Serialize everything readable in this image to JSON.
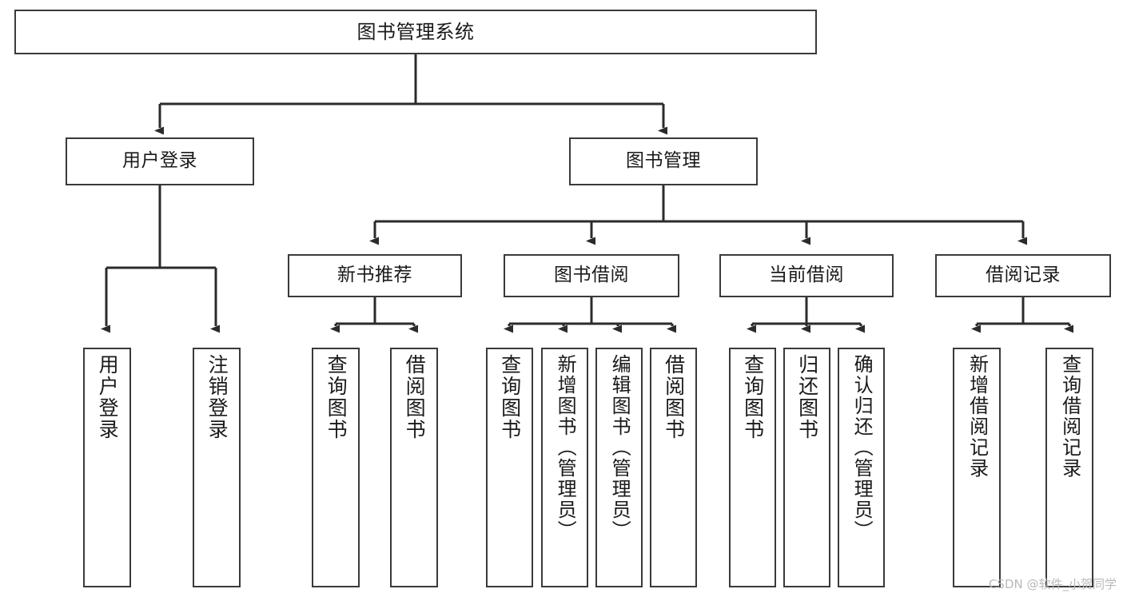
{
  "diagram": {
    "title": "图书管理系统",
    "type": "功能结构图",
    "colors": {
      "background": "#ffffff",
      "box_border": "#3a3a3a",
      "connector": "#2b2b2b",
      "text": "#1a1a1a",
      "watermark": "#b9b9b9"
    }
  },
  "root": {
    "label": "图书管理系统"
  },
  "level1": [
    {
      "label": "用户登录"
    },
    {
      "label": "图书管理"
    }
  ],
  "level2": [
    {
      "label": "新书推荐"
    },
    {
      "label": "图书借阅"
    },
    {
      "label": "当前借阅"
    },
    {
      "label": "借阅记录"
    }
  ],
  "leaves": {
    "user_login": [
      {
        "label": "用户登录"
      },
      {
        "label": "注销登录"
      }
    ],
    "new_book": [
      {
        "label": "查询图书"
      },
      {
        "label": "借阅图书"
      }
    ],
    "book_borrow": [
      {
        "label": "查询图书"
      },
      {
        "label": "新增图书（管理员）"
      },
      {
        "label": "编辑图书（管理员）"
      },
      {
        "label": "借阅图书"
      }
    ],
    "current_borrow": [
      {
        "label": "查询图书"
      },
      {
        "label": "归还图书"
      },
      {
        "label": "确认归还（管理员）"
      }
    ],
    "borrow_record": [
      {
        "label": "新增借阅记录"
      },
      {
        "label": "查询借阅记录"
      }
    ]
  },
  "watermark": {
    "text": "CSDN @软件_小贺同学"
  }
}
